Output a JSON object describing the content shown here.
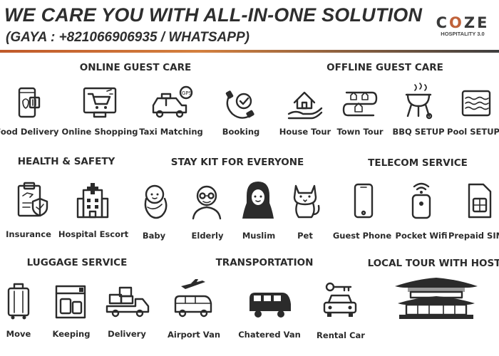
{
  "header": {
    "headline": "WE CARE YOU WITH ALL-IN-ONE SOLUTION",
    "contact": "(GAYA : +821066906935 / WHATSAPP)"
  },
  "logo": {
    "brand": "COZE",
    "tagline": "HOSPITALITY 3.0"
  },
  "colors": {
    "accent": "#c0623a",
    "ink": "#2b2b2b"
  },
  "sections": {
    "online_guest_care": {
      "title": "ONLINE GUEST CARE",
      "items": [
        {
          "label": "Food Delivery",
          "icon": "phone-food-icon"
        },
        {
          "label": "Online Shopping",
          "icon": "shopping-cart-screen-icon"
        },
        {
          "label": "Taxi Matching",
          "icon": "taxi-gps-icon"
        },
        {
          "label": "Booking",
          "icon": "booking-check-icon"
        }
      ]
    },
    "offline_guest_care": {
      "title": "OFFLINE GUEST CARE",
      "items": [
        {
          "label": "House Tour",
          "icon": "house-hand-icon"
        },
        {
          "label": "Town Tour",
          "icon": "town-route-icon"
        },
        {
          "label": "BBQ SETUP",
          "icon": "bbq-grill-icon"
        },
        {
          "label": "Pool SETUP",
          "icon": "pool-icon"
        }
      ]
    },
    "health_safety": {
      "title": "HEALTH & SAFETY",
      "items": [
        {
          "label": "Insurance",
          "icon": "insurance-clipboard-icon"
        },
        {
          "label": "Hospital Escort",
          "icon": "hospital-icon"
        }
      ]
    },
    "stay_kit": {
      "title": "STAY KIT FOR EVERYONE",
      "items": [
        {
          "label": "Baby",
          "icon": "baby-icon"
        },
        {
          "label": "Elderly",
          "icon": "elderly-icon"
        },
        {
          "label": "Muslim",
          "icon": "muslim-woman-icon"
        },
        {
          "label": "Pet",
          "icon": "cat-icon"
        }
      ]
    },
    "telecom": {
      "title": "TELECOM SERVICE",
      "items": [
        {
          "label": "Guest Phone",
          "icon": "smartphone-icon"
        },
        {
          "label": "Pocket Wifi",
          "icon": "pocket-wifi-icon"
        },
        {
          "label": "Prepaid SIM",
          "icon": "sim-card-icon"
        }
      ]
    },
    "luggage": {
      "title": "LUGGAGE SERVICE",
      "items": [
        {
          "label": "Move",
          "icon": "suitcase-icon"
        },
        {
          "label": "Keeping",
          "icon": "luggage-locker-icon"
        },
        {
          "label": "Delivery",
          "icon": "delivery-truck-icon"
        }
      ]
    },
    "transportation": {
      "title": "TRANSPORTATION",
      "items": [
        {
          "label": "Airport Van",
          "icon": "airport-van-icon"
        },
        {
          "label": "Chatered Van",
          "icon": "van-icon"
        },
        {
          "label": "Rental Car",
          "icon": "rental-car-key-icon"
        }
      ]
    },
    "local_tour": {
      "title": "LOCAL TOUR WITH HOST",
      "icon": "korean-palace-icon"
    }
  }
}
